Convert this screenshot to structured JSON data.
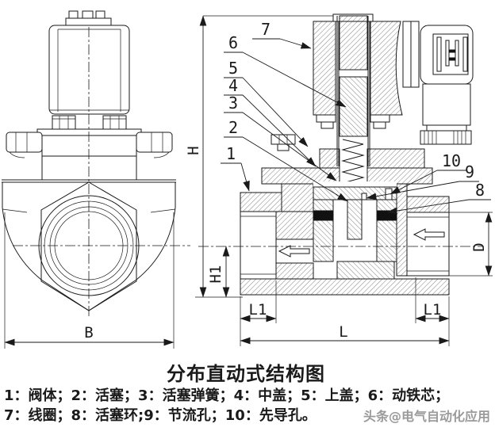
{
  "drawing": {
    "title": "分布直动式结构图",
    "legend_line1": "1：阀体；2：活塞；3：活塞弹簧；4：中盖；5：上盖；6：动铁芯；",
    "legend_line2": "7：线圈；8：活塞环;9：节流孔；10：先导孔。",
    "watermark": "头条@电气自动化应用",
    "parts": [
      {
        "num": "1",
        "name": "阀体"
      },
      {
        "num": "2",
        "name": "活塞"
      },
      {
        "num": "3",
        "name": "活塞弹簧"
      },
      {
        "num": "4",
        "name": "中盖"
      },
      {
        "num": "5",
        "name": "上盖"
      },
      {
        "num": "6",
        "name": "动铁芯"
      },
      {
        "num": "7",
        "name": "线圈"
      },
      {
        "num": "8",
        "name": "活塞环"
      },
      {
        "num": "9",
        "name": "节流孔"
      },
      {
        "num": "10",
        "name": "先导孔"
      }
    ],
    "callouts": {
      "c1": "1",
      "c2": "2",
      "c3": "3",
      "c4": "4",
      "c5": "5",
      "c6": "6",
      "c7": "7",
      "c8": "8",
      "c9": "9",
      "c10": "10"
    },
    "dimensions": {
      "H": "H",
      "H1": "H1",
      "B": "B",
      "L": "L",
      "L1": "L1",
      "D": "D"
    },
    "colors": {
      "line": "#1a1a1a",
      "background": "#ffffff",
      "watermark": "#9b9b9b",
      "seal": "#111111"
    }
  }
}
